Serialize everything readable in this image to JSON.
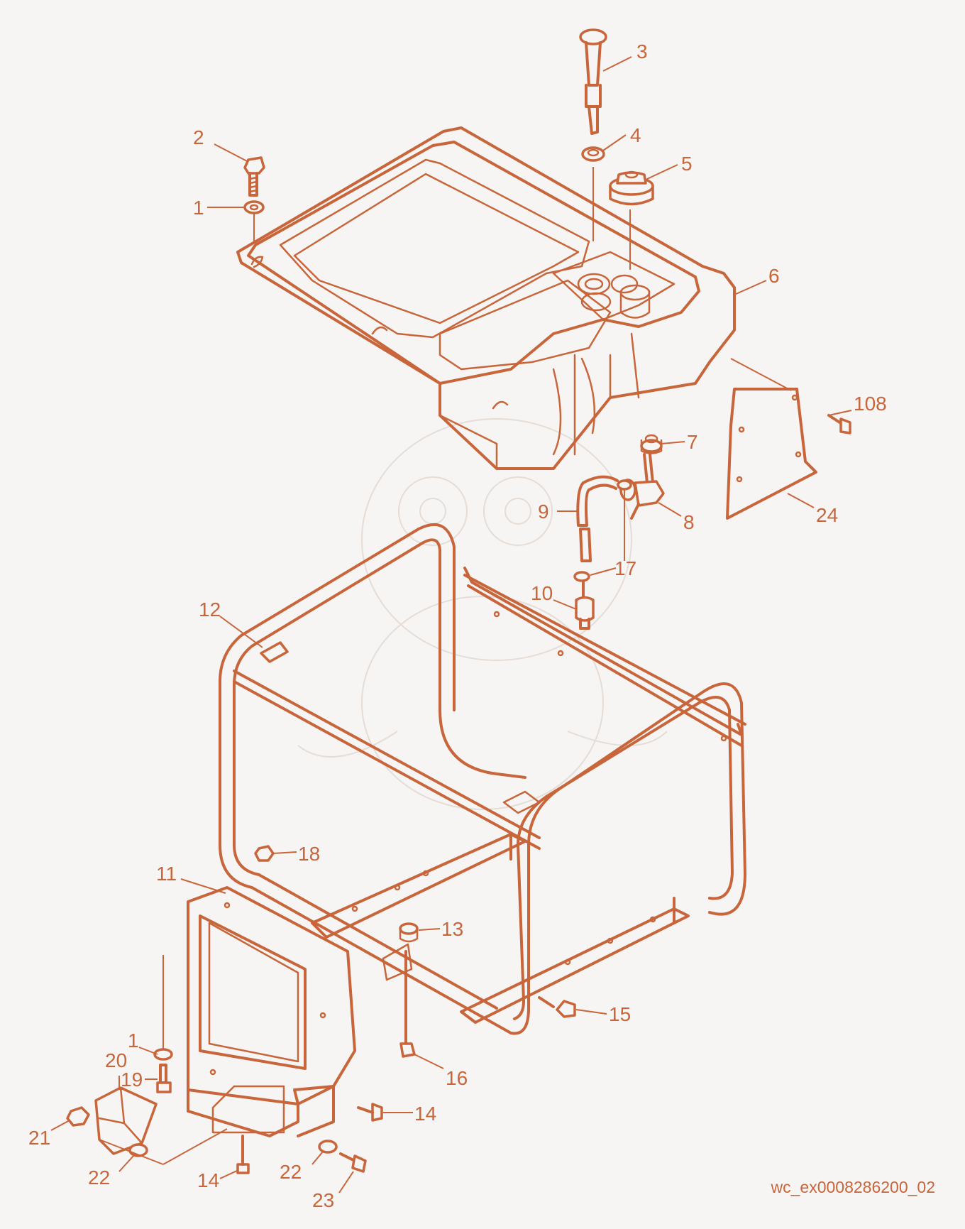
{
  "diagram": {
    "reference_code": "wc_ex0008286200_02",
    "accent_color": "#c8653a",
    "callouts": [
      {
        "id": "c2",
        "label": "2"
      },
      {
        "id": "c1a",
        "label": "1"
      },
      {
        "id": "c3",
        "label": "3"
      },
      {
        "id": "c4",
        "label": "4"
      },
      {
        "id": "c5",
        "label": "5"
      },
      {
        "id": "c6",
        "label": "6"
      },
      {
        "id": "c108",
        "label": "108"
      },
      {
        "id": "c7",
        "label": "7"
      },
      {
        "id": "c24",
        "label": "24"
      },
      {
        "id": "c9",
        "label": "9"
      },
      {
        "id": "c8",
        "label": "8"
      },
      {
        "id": "c17",
        "label": "17"
      },
      {
        "id": "c10",
        "label": "10"
      },
      {
        "id": "c12",
        "label": "12"
      },
      {
        "id": "c18",
        "label": "18"
      },
      {
        "id": "c11",
        "label": "11"
      },
      {
        "id": "c13",
        "label": "13"
      },
      {
        "id": "c1b",
        "label": "1"
      },
      {
        "id": "c19",
        "label": "19"
      },
      {
        "id": "c15",
        "label": "15"
      },
      {
        "id": "c16",
        "label": "16"
      },
      {
        "id": "c20",
        "label": "20"
      },
      {
        "id": "c14a",
        "label": "14"
      },
      {
        "id": "c21",
        "label": "21"
      },
      {
        "id": "c22a",
        "label": "22"
      },
      {
        "id": "c14b",
        "label": "14"
      },
      {
        "id": "c22b",
        "label": "22"
      },
      {
        "id": "c23",
        "label": "23"
      }
    ]
  }
}
